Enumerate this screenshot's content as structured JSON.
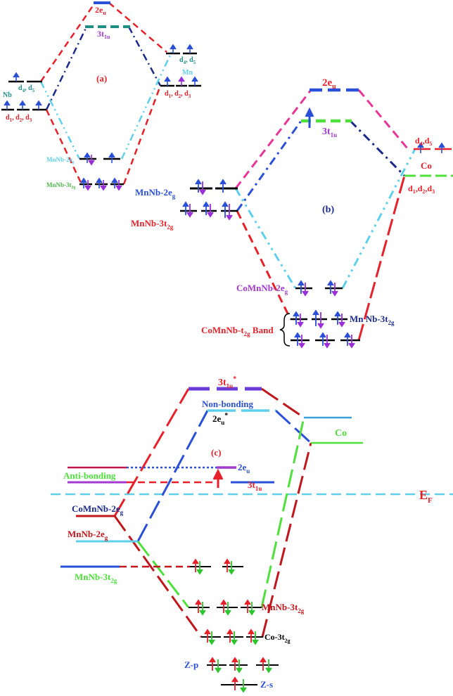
{
  "colors": {
    "black": "#000000",
    "red": "#e8202a",
    "darkred": "#c0161c",
    "blue": "#2a4fd8",
    "navy": "#1b2a8a",
    "cyan": "#5fd0ea",
    "magenta": "#e8359a",
    "green": "#4fe03c",
    "teal": "#1f8f86",
    "purple": "#a23ad0",
    "spin_up": "#2a4fd8",
    "spin_down": "#9a2fd8",
    "spin_up_c": "#e8202a",
    "spin_down_c": "#2ec62e",
    "ef": "#5fd0ea"
  },
  "panel_a": {
    "tag": "(a)",
    "levels": {
      "eu": "2e",
      "eu_sub": "u",
      "t1u": "3t",
      "t1u_sub": "1u",
      "nb": "Nb",
      "nb_d45": "d",
      "nb_d45_sub": "4",
      "nb_d45_b": ", d",
      "nb_d45_sub2": "5",
      "nb_d123": "d",
      "nb_d123_sub": "1",
      "nb_d123_b": ", d",
      "nb_d123_sub2": "2",
      "nb_d123_c": ", d",
      "nb_d123_sub3": "3",
      "mn": "Mn",
      "mn_d45": "d",
      "mn_d45_sub": "4",
      "mn_d45_b": ", d",
      "mn_d45_sub2": "5",
      "mn_d123": "d",
      "mn_d123_sub": "1",
      "mn_d123_b": ", d",
      "mn_d123_sub2": "2",
      "mn_d123_c": ", d",
      "mn_d123_sub3": "3",
      "mnnb_eg": "MnNb-2e",
      "mnnb_eg_sub": "g",
      "mnnb_t2g": "MnNb-3t",
      "mnnb_t2g_sub": "2g"
    }
  },
  "panel_b": {
    "tag": "(b)",
    "levels": {
      "eu": "2e",
      "eu_sub": "u",
      "t1u": "3t",
      "t1u_sub": "1u",
      "co": "Co",
      "co_d45": "d",
      "co_d45_sub": "4",
      "co_d45_b": ",d",
      "co_d45_sub2": "5",
      "co_d123": "d",
      "co_d123_sub": "1",
      "co_d123_b": ",d",
      "co_d123_sub2": "2",
      "co_d123_c": ",d",
      "co_d123_sub3": "3",
      "mnnb_eg": "MnNb-2e",
      "mnnb_eg_sub": "g",
      "mnnb_t2g": "MnNb-3t",
      "mnnb_t2g_sub": "2g",
      "comnnb_eg": "CoMnNb-2e",
      "comnnb_eg_sub": "g",
      "band": "CoMnNb-t",
      "band_sub": "2g",
      "band_b": " Band",
      "mnnb_3t2g": "Mn Nb-3t",
      "mnnb_3t2g_sub": "2g"
    }
  },
  "panel_c": {
    "tag": "(c)",
    "levels": {
      "t1u_star": "3t",
      "t1u_star_sub": "1u",
      "t1u_star_sup": "*",
      "nonbonding": "Non-bonding",
      "eu_star": "2e",
      "eu_star_sub": "u",
      "eu_star_sup": "*",
      "co": "Co",
      "eu": "2e",
      "eu_sub": "u",
      "antibonding": "Anti-bonding",
      "t1u": "3t",
      "t1u_sub": "1u",
      "ef": "E",
      "ef_sub": "F",
      "comnnb_eg": "CoMnNb-2e",
      "comnnb_eg_sub": "g",
      "mnnb_eg": "MnNb-2e",
      "mnnb_eg_sub": "g",
      "mnnb_t2g": "MnNb-3t",
      "mnnb_t2g_sub": "2g",
      "mnnb_3t2g": "MnNb-3t",
      "mnnb_3t2g_sub": "2g",
      "co_t2g": "Co-3t",
      "co_t2g_sub": "2g",
      "zp": "Z-p",
      "zs": "Z-s"
    }
  }
}
